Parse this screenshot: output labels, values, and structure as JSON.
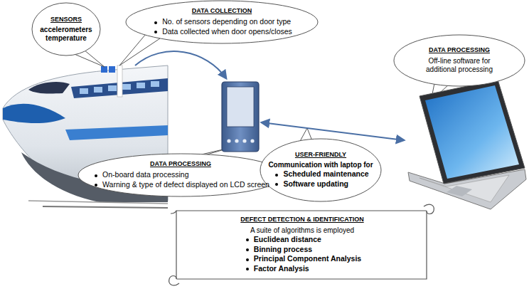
{
  "diagram": {
    "nodes": [
      {
        "text": [
          "SENSORS",
          "accelerometers temperature"
        ]
      },
      {
        "text": [
          "DATA COLLECTION",
          "No. of sensors depending on door type",
          "Data collected when door opens/closes"
        ]
      },
      {
        "text": [
          "DATA PROCESSING",
          "Off-line software for additional processing"
        ]
      },
      {
        "text": [
          "DATA PROCESSING",
          "On-board data processing",
          "Warning & type of defect displayed on LCD screen"
        ]
      },
      {
        "text": [
          "USER-FRIENDLY",
          "Communication with laptop for",
          "Scheduled maintenance",
          "Software updating"
        ]
      },
      {
        "text": [
          "DEFECT DETECTION & IDENTIFICATION",
          "A suite of algorithms is employed",
          "Euclidean distance",
          "Binning process",
          "Principal Component Analysis",
          "Factor Analysis"
        ]
      }
    ]
  }
}
